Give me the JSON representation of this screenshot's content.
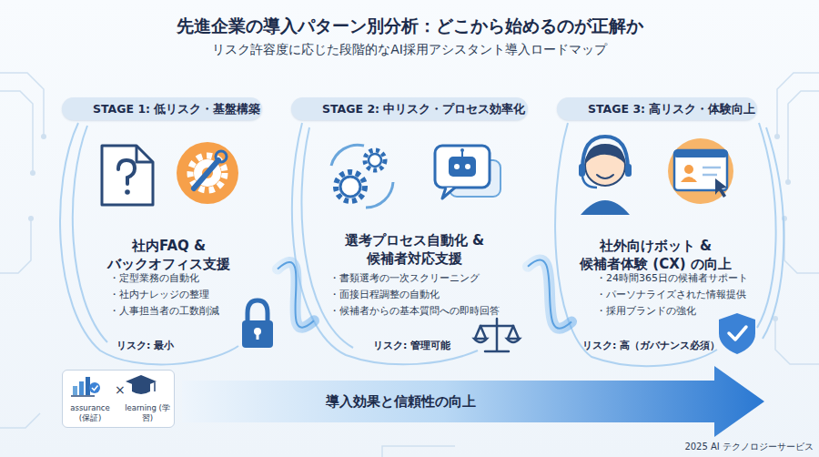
{
  "diagram": {
    "title": "先進企業の導入パターン別分析：どこから始めるのが正解か",
    "nodes": [
      {
        "text": [
          "STAGE 1: 低リスク・基盤構築"
        ]
      },
      {
        "text": [
          "社内FAQ & バックオフィス支援",
          "・定型業務の自動化",
          "・社内ナレッジの整理",
          "・人事担当者の工数削減",
          "リスク: 最小"
        ]
      },
      {
        "text": [
          "STAGE 2: 中リスク・プロセス効率化"
        ]
      },
      {
        "text": [
          "選考プロセス自動化 & 候補者対応支援",
          "・書類選考の一次スクリーニング",
          "・面接日程調整の自動化",
          "・候補者からの基本質問への即時回答",
          "リスク: 管理可能"
        ]
      },
      {
        "text": [
          "STAGE 3: 高リスク・体験向上"
        ]
      },
      {
        "text": [
          "社外向けボット & 候補者体験 (CX) の向上",
          "・24時間365日の候補者サポート",
          "・パーソナライズされた情報提供",
          "・採用ブランドの強化",
          "リスク: 高（ガバナンス必須）"
        ]
      },
      {
        "text": [
          "assurance (保証)",
          "×",
          "learning (学習)"
        ]
      },
      {
        "text": [
          "導入効果と信頼性の向上"
        ]
      }
    ],
    "edges": [
      {
        "from": 1,
        "to": 3,
        "arrow": "none"
      },
      {
        "from": 3,
        "to": 5,
        "arrow": "none"
      }
    ],
    "labels": [
      "リスク許容度に応じた段階的なAI採用アシスタント導入ロードマップ",
      "2025 AI テクノロジーサービス"
    ]
  }
}
